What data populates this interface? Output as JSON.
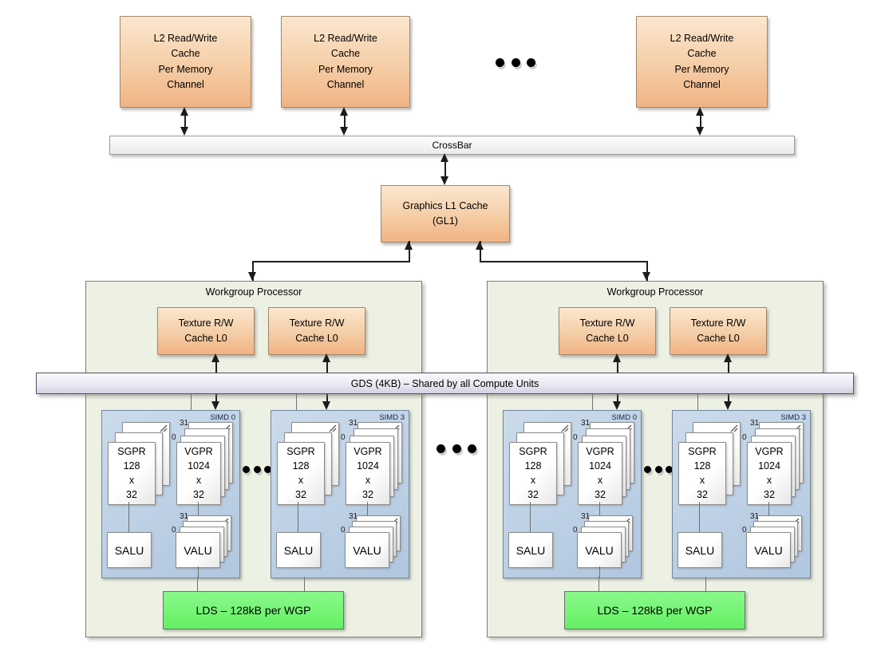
{
  "colors": {
    "cache_orange": "#f0b384",
    "wgp_green": "#edf1e3",
    "simd_blue": "#b9cee5",
    "lds_green": "#76f576",
    "gds_lavender": "#d4cfe2",
    "crossbar_gray": "#f2f2f2"
  },
  "memory": {
    "l2_boxes": [
      {
        "label": "L2 Read/Write\nCache\nPer Memory\nChannel"
      },
      {
        "label": "L2 Read/Write\nCache\nPer Memory\nChannel"
      },
      {
        "label": "L2 Read/Write\nCache\nPer Memory\nChannel"
      }
    ],
    "crossbar_label": "CrossBar",
    "gl1_label": "Graphics L1 Cache\n(GL1)"
  },
  "gds": {
    "label": "GDS (4KB) – Shared by all Compute Units"
  },
  "wgps": [
    {
      "title": "Workgroup Processor",
      "caches": [
        {
          "label": "Texture R/W\nCache L0"
        },
        {
          "label": "Texture R/W\nCache L0"
        }
      ],
      "simds": [
        {
          "name": "SIMD 0",
          "sgpr": "SGPR\n128\nx\n32",
          "vgpr": "VGPR\n1024\nx\n32",
          "salu": "SALU",
          "valu": "VALU",
          "vgpr_hi": "31",
          "vgpr_lo": "0",
          "valu_hi": "31",
          "valu_lo": "0"
        },
        {
          "name": "SIMD 3",
          "sgpr": "SGPR\n128\nx\n32",
          "vgpr": "VGPR\n1024\nx\n32",
          "salu": "SALU",
          "valu": "VALU",
          "vgpr_hi": "31",
          "vgpr_lo": "0",
          "valu_hi": "31",
          "valu_lo": "0"
        }
      ],
      "lds_label": "LDS – 128kB per WGP"
    },
    {
      "title": "Workgroup Processor",
      "caches": [
        {
          "label": "Texture R/W\nCache L0"
        },
        {
          "label": "Texture R/W\nCache L0"
        }
      ],
      "simds": [
        {
          "name": "SIMD 0",
          "sgpr": "SGPR\n128\nx\n32",
          "vgpr": "VGPR\n1024\nx\n32",
          "salu": "SALU",
          "valu": "VALU",
          "vgpr_hi": "31",
          "vgpr_lo": "0",
          "valu_hi": "31",
          "valu_lo": "0"
        },
        {
          "name": "SIMD 3",
          "sgpr": "SGPR\n128\nx\n32",
          "vgpr": "VGPR\n1024\nx\n32",
          "salu": "SALU",
          "valu": "VALU",
          "vgpr_hi": "31",
          "vgpr_lo": "0",
          "valu_hi": "31",
          "valu_lo": "0"
        }
      ],
      "lds_label": "LDS – 128kB per WGP"
    }
  ],
  "icons": {
    "ellipsis": "three-dots",
    "corner_curl": "diagonal-stroke"
  }
}
